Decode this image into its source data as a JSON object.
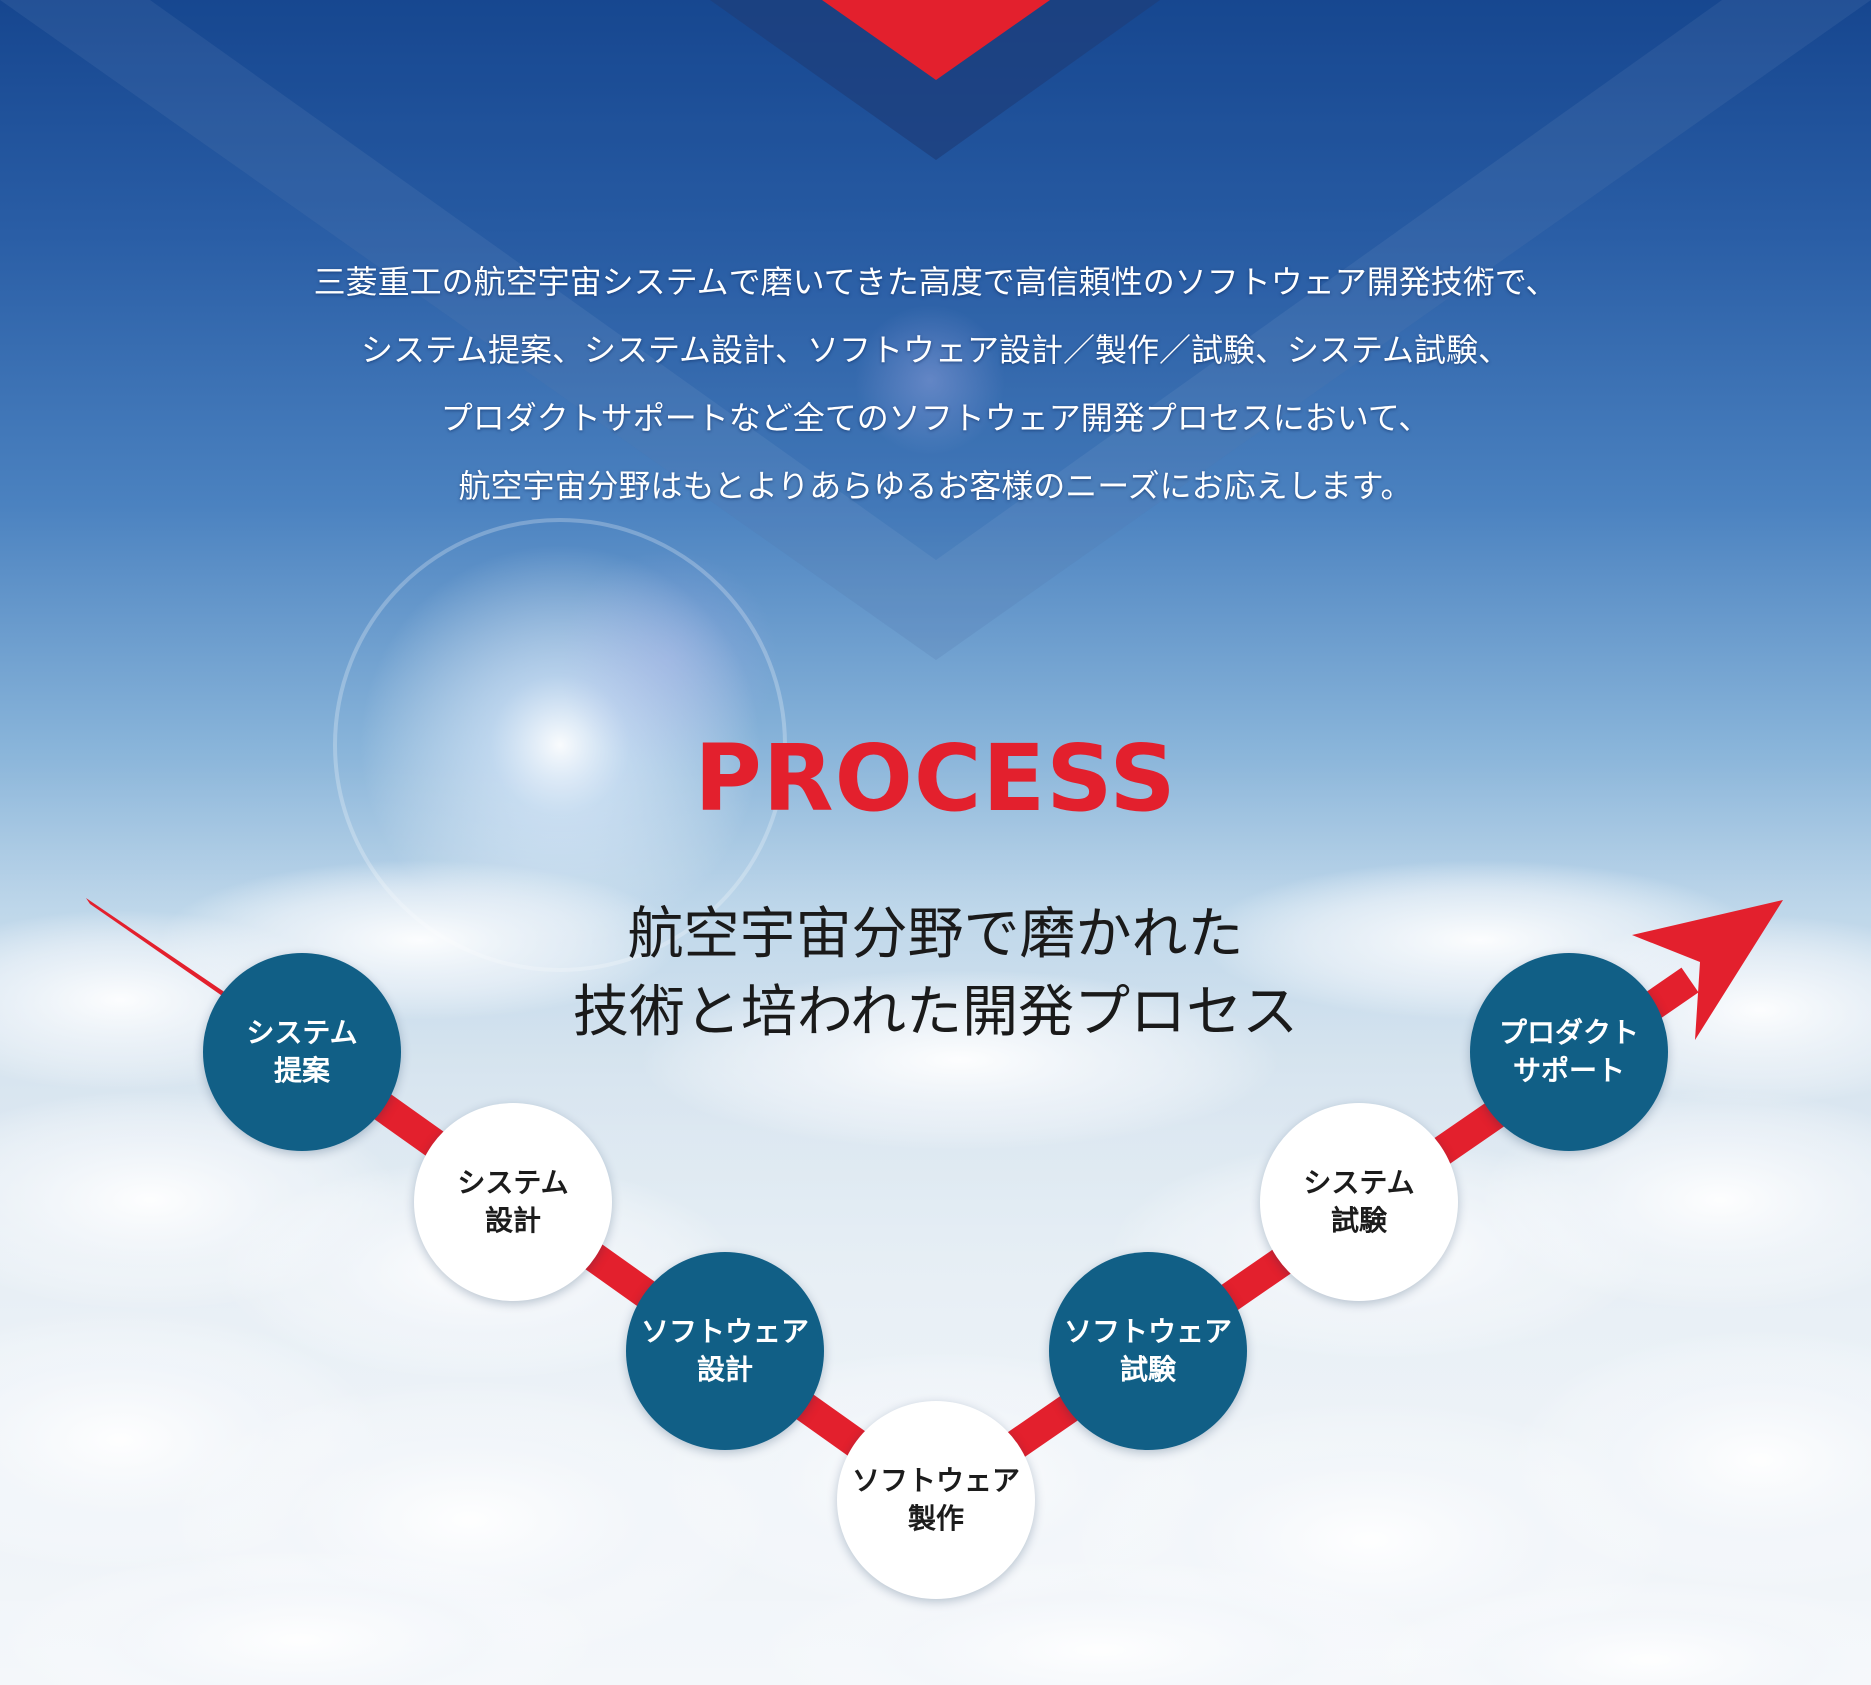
{
  "intro": {
    "lines": [
      "三菱重工の航空宇宙システムで磨いてきた高度で高信頼性のソフトウェア開発技術で、",
      "システム提案、システム設計、ソフトウェア設計／製作／試験、システム試験、",
      "プロダクトサポートなど全てのソフトウェア開発プロセスにおいて、",
      "航空宇宙分野はもとよりあらゆるお客様のニーズにお応えします。"
    ]
  },
  "process": {
    "title": "PROCESS",
    "subtitle_lines": [
      "航空宇宙分野で磨かれた",
      "技術と培われた開発プロセス"
    ]
  },
  "steps": [
    {
      "line1": "システム",
      "line2": "提案",
      "style": "dark"
    },
    {
      "line1": "システム",
      "line2": "設計",
      "style": "light"
    },
    {
      "line1": "ソフトウェア",
      "line2": "設計",
      "style": "dark"
    },
    {
      "line1": "ソフトウェア",
      "line2": "製作",
      "style": "light"
    },
    {
      "line1": "ソフトウェア",
      "line2": "試験",
      "style": "dark"
    },
    {
      "line1": "システム",
      "line2": "試験",
      "style": "light"
    },
    {
      "line1": "プロダクト",
      "line2": "サポート",
      "style": "dark"
    }
  ],
  "colors": {
    "accent_red": "#e3202d",
    "node_dark": "#115f86",
    "node_light": "#ffffff",
    "sky_top": "#16468f"
  }
}
